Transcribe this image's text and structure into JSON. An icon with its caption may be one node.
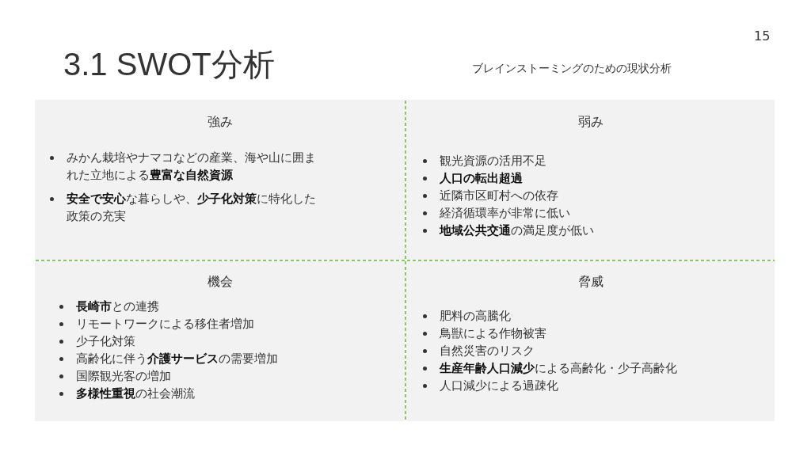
{
  "diagram": {
    "title": "3.1 SWOT分析",
    "nodes": [
      {
        "text": [
          "強み",
          "みかん栽培やナマコなどの産業、海や山に囲まれた立地による**豊富な自然資源**",
          "**安全で安心**な暮らしや、**少子化対策**に特化した政策の充実"
        ]
      },
      {
        "text": [
          "弱み",
          "観光資源の活用不足",
          "**人口の転出超過**",
          "近隣市区町村への依存",
          "経済循環率が非常に低い",
          "**地域公共交通**の満足度が低い"
        ]
      },
      {
        "text": [
          "機会",
          "**長崎市**との連携",
          "リモートワークによる移住者増加",
          "少子化対策",
          "高齢化に伴う**介護サービス**の需要増加",
          "国際観光客の増加",
          "**多様性重視**の社会潮流"
        ]
      },
      {
        "text": [
          "脅威",
          "肥料の高騰化",
          "鳥獣による作物被害",
          "自然災害のリスク",
          "**生産年齢人口減少**による高齢化・少子高齢化",
          "人口減少による過疎化"
        ]
      }
    ],
    "labels": [
      "15",
      "ブレインストーミングのための現状分析"
    ]
  }
}
